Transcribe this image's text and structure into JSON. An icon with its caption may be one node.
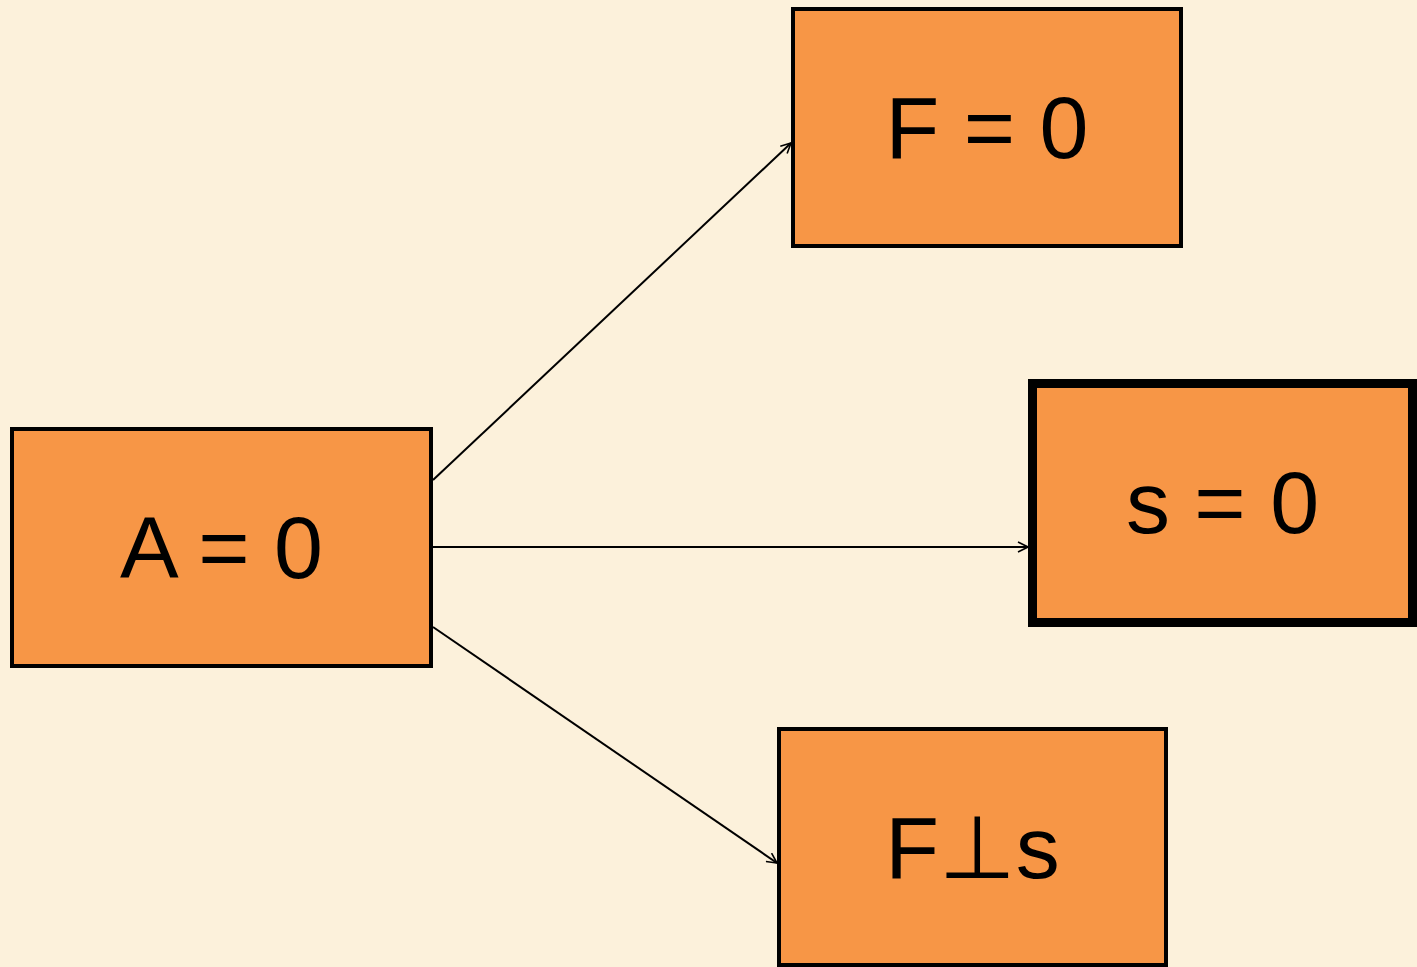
{
  "diagram": {
    "nodes": [
      {
        "text": [
          "A = 0"
        ]
      },
      {
        "text": [
          "F = 0"
        ]
      },
      {
        "text": [
          "s = 0"
        ]
      },
      {
        "text": [
          "F⊥s"
        ]
      }
    ],
    "edges": [
      {
        "from": 0,
        "to": 1,
        "arrow": "to"
      },
      {
        "from": 0,
        "to": 2,
        "arrow": "to"
      },
      {
        "from": 0,
        "to": 3,
        "arrow": "to"
      }
    ]
  }
}
